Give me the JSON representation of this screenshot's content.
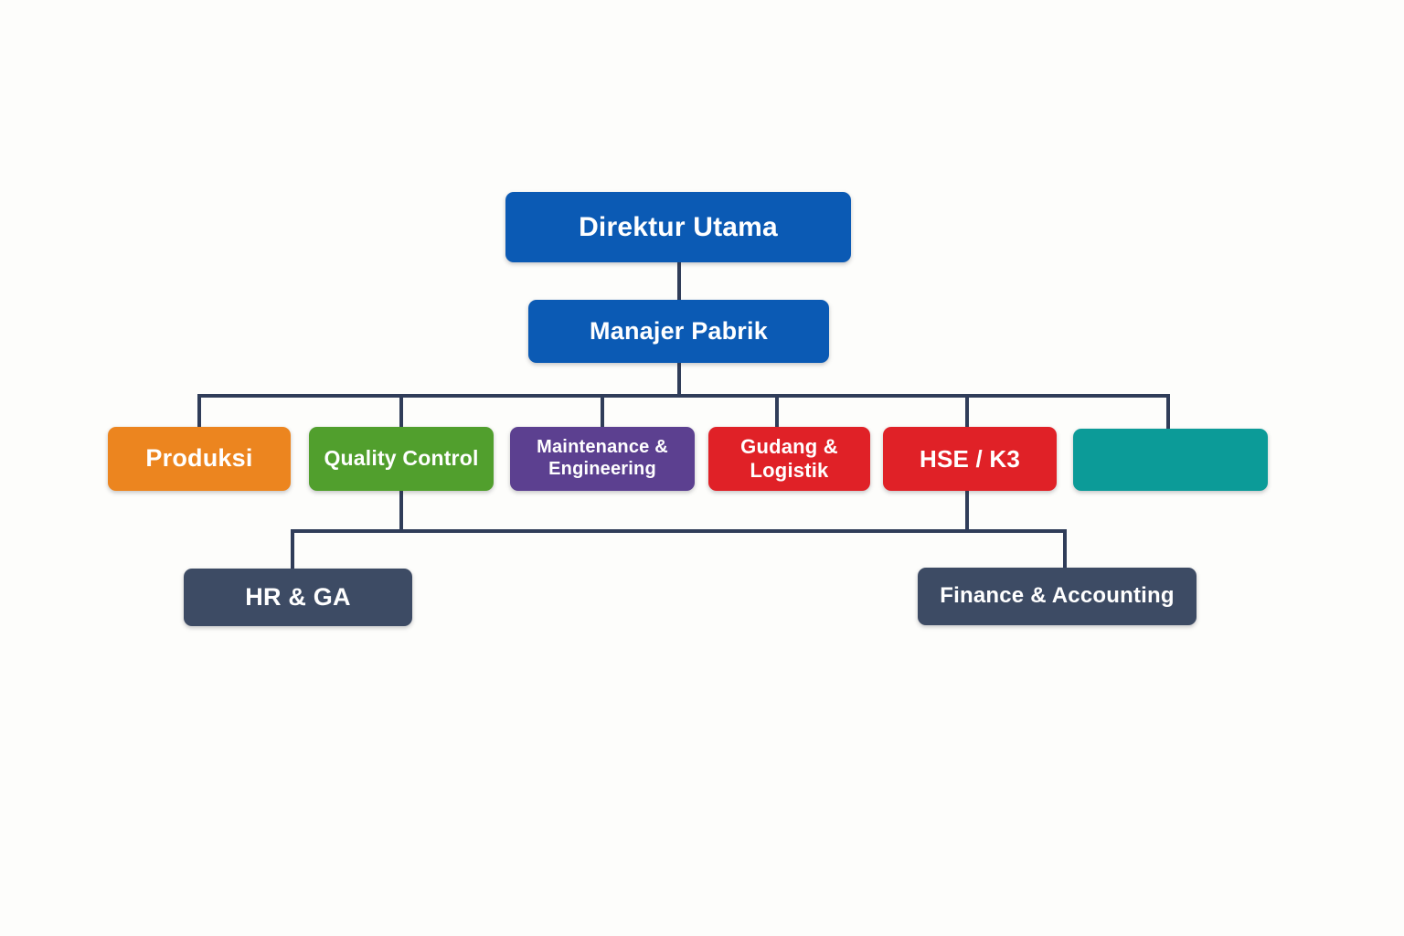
{
  "diagram": {
    "type": "org-chart",
    "background_color": "#fdfdfb",
    "line_color": "#303d59",
    "text_color": "#ffffff",
    "nodes": {
      "direktur": {
        "label": "Direktur Utama",
        "color": "#0b5ab4",
        "level": 1
      },
      "manajer": {
        "label": "Manajer Pabrik",
        "color": "#0b5ab4",
        "level": 2
      },
      "produksi": {
        "label": "Produksi",
        "color": "#ec851f",
        "level": 3
      },
      "quality_control": {
        "label": "Quality Control",
        "color": "#519f2d",
        "level": 3
      },
      "maintenance_engineering": {
        "label": "Maintenance & Engineering",
        "color": "#5c4090",
        "level": 3
      },
      "gudang_logistik": {
        "label": "Gudang & Logistik",
        "color": "#e02127",
        "level": 3
      },
      "hse_k3": {
        "label": "HSE / K3",
        "color": "#e02127",
        "level": 3
      },
      "unlabeled": {
        "label": "",
        "color": "#0c9b98",
        "level": 3
      },
      "hr_ga": {
        "label": "HR & GA",
        "color": "#3d4b64",
        "level": 4
      },
      "finance_accounting": {
        "label": "Finance & Accounting",
        "color": "#3d4b64",
        "level": 4
      }
    }
  }
}
